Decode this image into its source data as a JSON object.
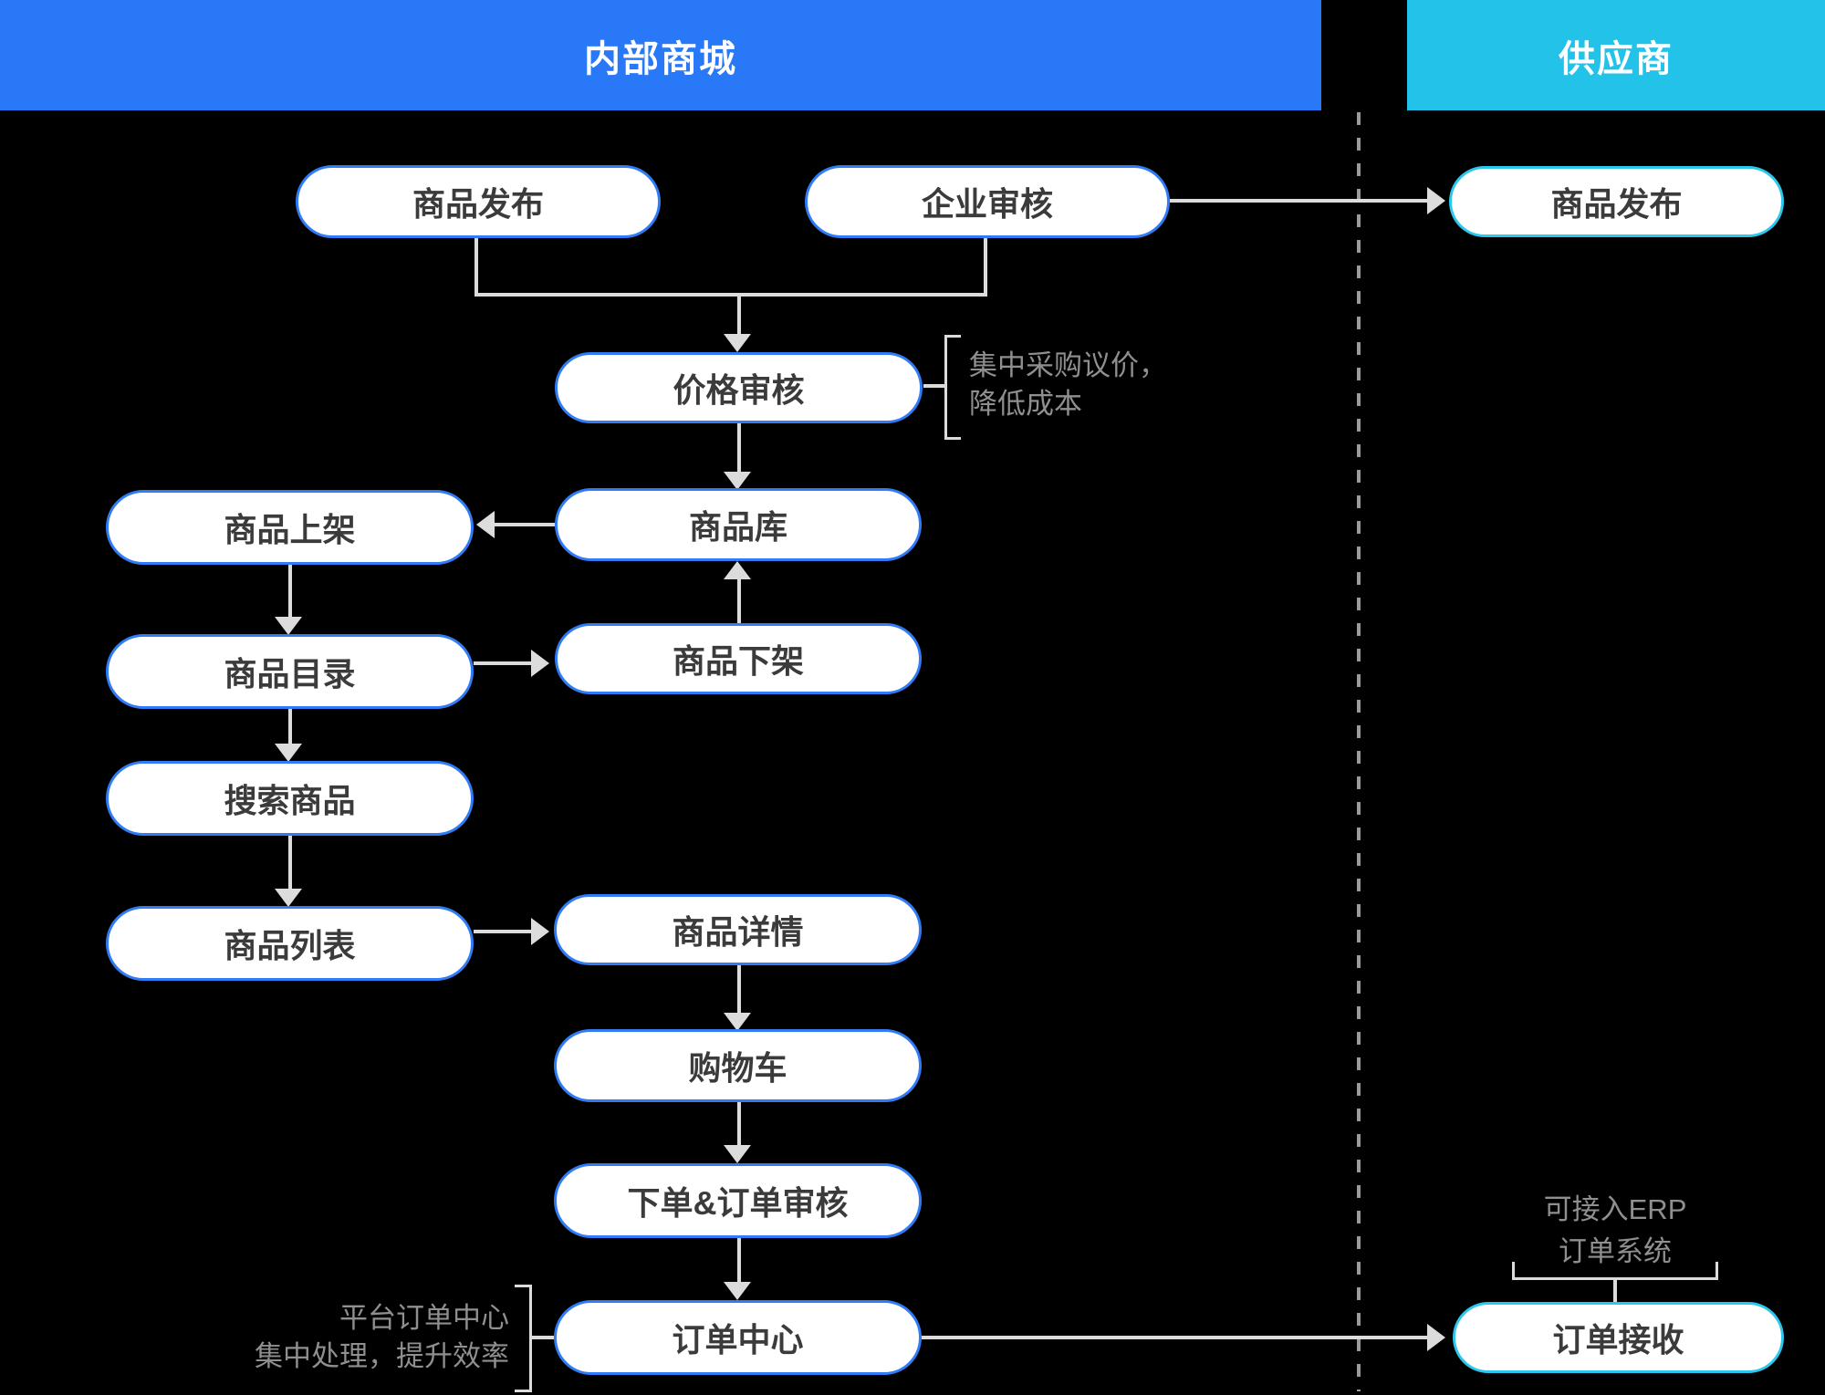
{
  "header": {
    "internal_label": "内部商城",
    "supplier_label": "供应商"
  },
  "colors": {
    "internal_header": "#2878F7",
    "supplier_header": "#23C2E9",
    "node_border_internal": "#2F7CF6",
    "node_border_supplier": "#2BC7EC",
    "connector": "#DCDCDC",
    "dash_gray": "#9B9B9B",
    "annotation_text": "#8F8F8F"
  },
  "nodes": {
    "publish_internal": "商品发布",
    "enterprise_review": "企业审核",
    "publish_supplier": "商品发布",
    "price_review": "价格审核",
    "product_on_shelf": "商品上架",
    "product_library": "商品库",
    "product_catalog": "商品目录",
    "product_off_shelf": "商品下架",
    "search_products": "搜索商品",
    "product_list": "商品列表",
    "product_detail": "商品详情",
    "shopping_cart": "购物车",
    "order_and_review": "下单&订单审核",
    "order_center": "订单中心",
    "order_receive": "订单接收"
  },
  "annotations": {
    "price_note_line1": "集中采购议价，",
    "price_note_line2": "降低成本",
    "order_note_line1": "平台订单中心",
    "order_note_line2": "集中处理，提升效率",
    "erp_note_line1": "可接入ERP",
    "erp_note_line2": "订单系统"
  }
}
